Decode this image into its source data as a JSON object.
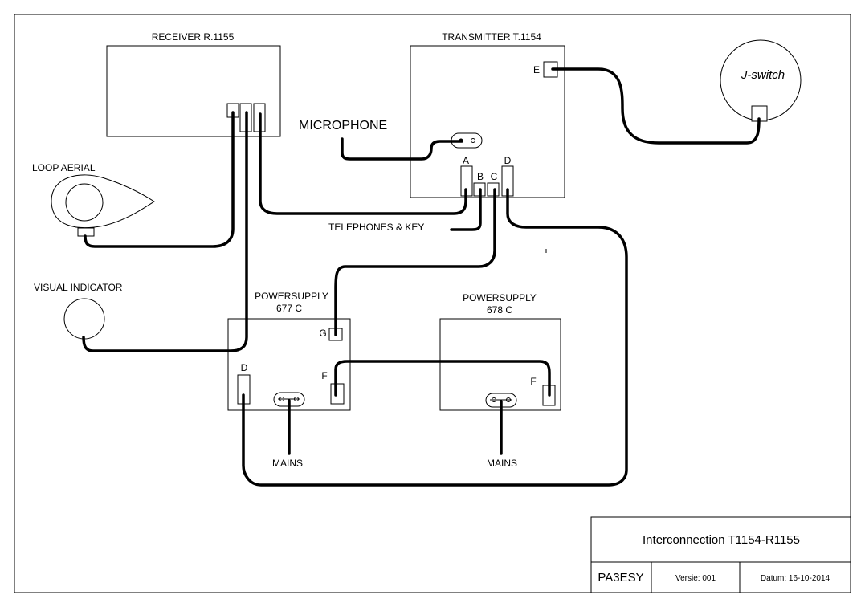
{
  "receiver": {
    "title": "RECEIVER R.1155"
  },
  "transmitter": {
    "title": "TRANSMITTER T.1154",
    "port_e": "E",
    "port_a": "A",
    "port_b": "B",
    "port_c": "C",
    "port_d": "D"
  },
  "jswitch": {
    "label": "J-switch"
  },
  "microphone": {
    "label": "MICROPHONE"
  },
  "loop_aerial": {
    "label": "LOOP AERIAL"
  },
  "telephones": {
    "label": "TELEPHONES & KEY"
  },
  "visual_indicator": {
    "label": "VISUAL INDICATOR"
  },
  "psu677": {
    "title_line1": "POWERSUPPLY",
    "title_line2": "677 C",
    "port_g": "G",
    "port_d": "D",
    "port_f": "F",
    "mains": "MAINS"
  },
  "psu678": {
    "title_line1": "POWERSUPPLY",
    "title_line2": "678 C",
    "port_f": "F",
    "mains": "MAINS"
  },
  "title_block": {
    "title": "Interconnection  T1154-R1155",
    "author": "PA3ESY",
    "version": "Versie: 001",
    "date": "Datum: 16-10-2014"
  }
}
